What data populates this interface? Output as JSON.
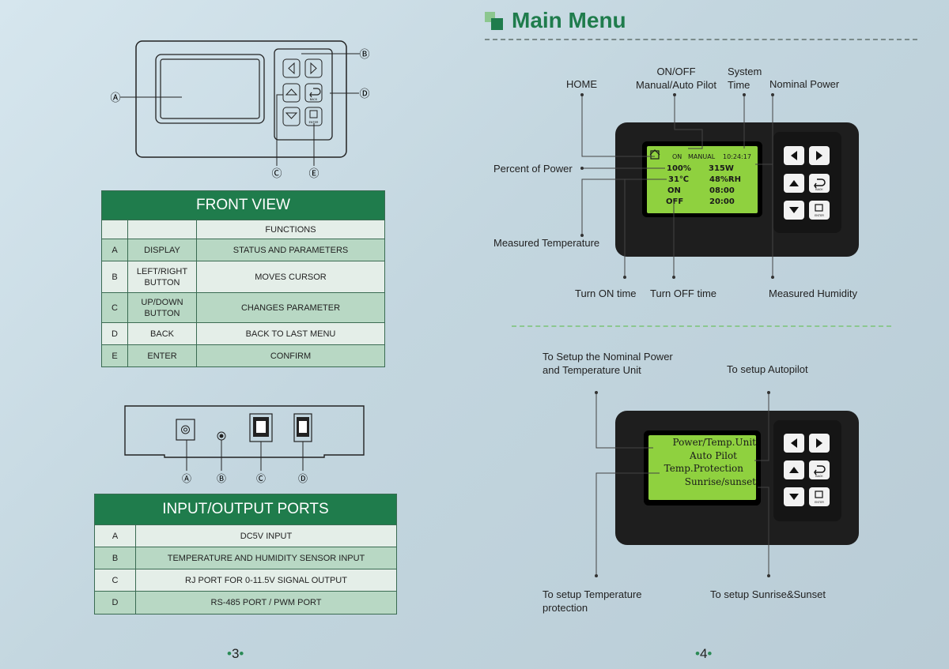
{
  "front_view": {
    "title": "FRONT VIEW",
    "functions_header": "FUNCTIONS",
    "rows": [
      {
        "key": "A",
        "name": "DISPLAY",
        "func": "STATUS AND PARAMETERS"
      },
      {
        "key": "B",
        "name": "LEFT/RIGHT\nBUTTON",
        "func": "MOVES CURSOR"
      },
      {
        "key": "C",
        "name": "UP/DOWN\nBUTTON",
        "func": "CHANGES PARAMETER"
      },
      {
        "key": "D",
        "name": "BACK",
        "func": "BACK TO LAST MENU"
      },
      {
        "key": "E",
        "name": "ENTER",
        "func": "CONFIRM"
      }
    ],
    "callouts": [
      "Ⓐ",
      "Ⓑ",
      "Ⓒ",
      "Ⓓ",
      "Ⓔ"
    ],
    "button_labels": {
      "back": "BACK",
      "enter": "ENTER"
    }
  },
  "ports": {
    "title": "INPUT/OUTPUT PORTS",
    "rows": [
      {
        "key": "A",
        "desc": "DC5V INPUT"
      },
      {
        "key": "B",
        "desc": "TEMPERATURE AND HUMIDITY SENSOR INPUT"
      },
      {
        "key": "C",
        "desc": "RJ PORT FOR 0-11.5V SIGNAL OUTPUT"
      },
      {
        "key": "D",
        "desc": "RS-485  PORT / PWM PORT"
      }
    ],
    "callouts": [
      "Ⓐ",
      "Ⓑ",
      "Ⓒ",
      "Ⓓ"
    ]
  },
  "main_menu": {
    "title": "Main Menu",
    "labels": {
      "home": "HOME",
      "onoff": "ON/OFF\nManual/Auto Pilot",
      "system_time": "System\nTime",
      "nominal_power": "Nominal Power",
      "percent_power": "Percent of Power",
      "measured_temp": "Measured Temperature",
      "turn_on": "Turn ON time",
      "turn_off": "Turn OFF time",
      "measured_humidity": "Measured Humidity"
    },
    "screen": {
      "status": "ON",
      "mode": "MANUAL",
      "time": "10:24:17",
      "percent": "100%",
      "power": "315W",
      "temp": "31℃",
      "humidity": "48%RH",
      "on_label": "ON",
      "on_time": "08:00",
      "off_label": "OFF",
      "off_time": "20:00"
    }
  },
  "setup_menu": {
    "labels": {
      "nominal": "To Setup the Nominal Power\nand Temperature Unit",
      "autopilot": "To setup Autopilot",
      "temp_protection": "To setup Temperature\nprotection",
      "sunrise": "To setup Sunrise&Sunset"
    },
    "items": [
      "Power/Temp.Unit",
      "Auto Pilot",
      "Temp.Protection",
      "Sunrise/sunset"
    ]
  },
  "pages": {
    "left": "3",
    "right": "4"
  },
  "colors": {
    "green": "#1f7c4c",
    "lcd": "#8fd13f",
    "device": "#1e1e1e"
  }
}
